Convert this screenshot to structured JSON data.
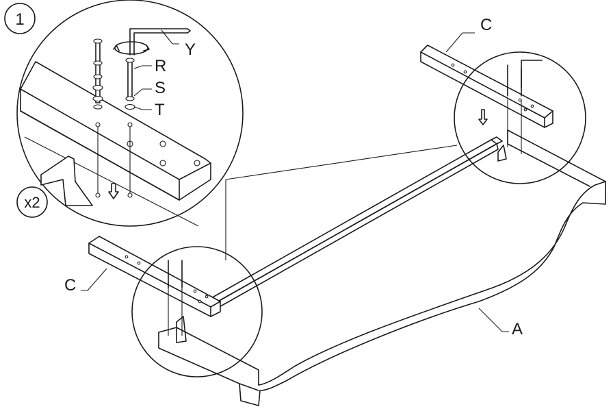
{
  "step": {
    "number": "1",
    "multiplier": "x2"
  },
  "callouts": {
    "hex_key": "Y",
    "bolt": "R",
    "spring_washer": "S",
    "flat_washer": "T",
    "crossbar_right": "C",
    "crossbar_left": "C",
    "base_frame": "A"
  },
  "icons": [
    "down-arrow-icon",
    "rotate-arrow-icon",
    "hex-key-icon",
    "bolt-icon"
  ]
}
